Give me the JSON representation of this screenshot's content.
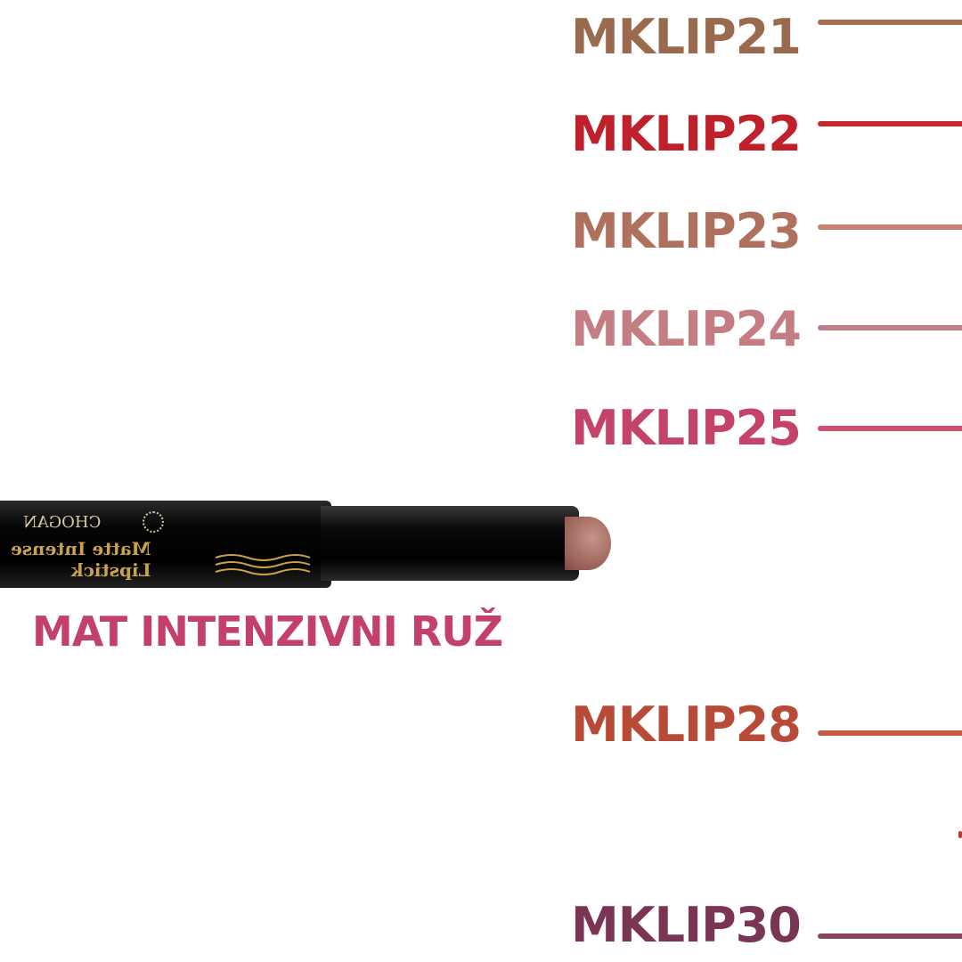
{
  "shades": [
    {
      "code": "MKLIP21",
      "color": "#9a6a4f",
      "swatch": "#a87052"
    },
    {
      "code": "MKLIP22",
      "color": "#c0202a",
      "swatch": "#c9272f"
    },
    {
      "code": "MKLIP23",
      "color": "#b0705e",
      "swatch": "#c48370"
    },
    {
      "code": "MKLIP24",
      "color": "#c47d82",
      "swatch": "#c07d86"
    },
    {
      "code": "MKLIP25",
      "color": "#c44368",
      "swatch": "#cf4f6f"
    },
    {
      "code": "MKLIP28",
      "color": "#b84a38",
      "swatch": "#c25a45"
    },
    {
      "code": "MKLIP30",
      "color": "#7a3555",
      "swatch": "#8a4463"
    }
  ],
  "product": {
    "title": "MAT INTENZIVNI RUŽ",
    "title_color": "#c2406a",
    "brand": "CHOGAN",
    "print_line1": "Matte Intense",
    "print_line2": "Lipstick"
  }
}
